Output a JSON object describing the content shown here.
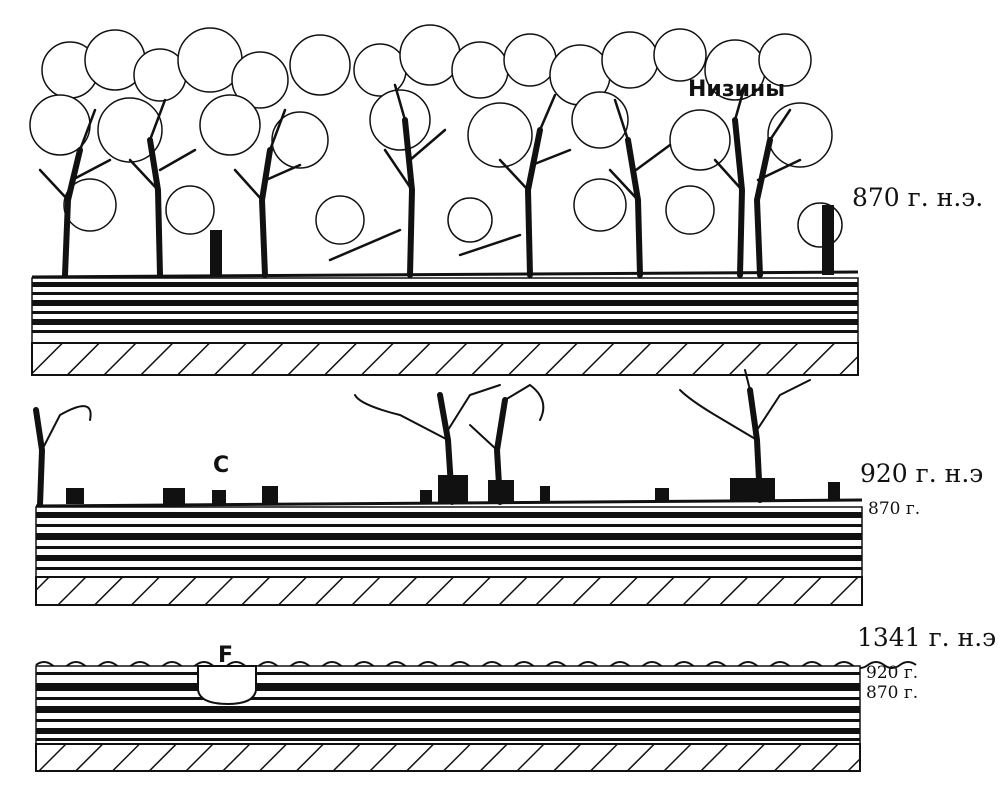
{
  "labels": {
    "lowlands": "Низины",
    "site_c": "C",
    "site_f": "F",
    "panel1_date": "870 г. н.э.",
    "panel2_date": "920 г.  н.э",
    "panel2_sub": "870 г.",
    "panel3_date": "1341 г.  н.э",
    "panel3_sub1": "920 г.",
    "panel3_sub2": "870 г."
  },
  "colors": {
    "ink": "#111111",
    "paper": "#ffffff"
  }
}
